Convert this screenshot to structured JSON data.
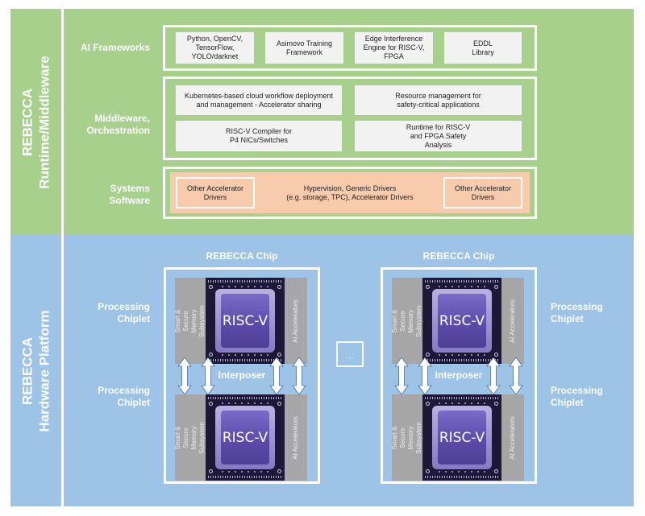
{
  "colors": {
    "runtime_band": "#a8d08d",
    "hardware_band": "#9dc3e6",
    "box_fill": "#f2f2f2",
    "systems_fill": "#f8cbad",
    "chiplet_panel": "#a6a6a6",
    "die_dark": "#1e1838",
    "core_purple": "#5a4aa7"
  },
  "runtime": {
    "side_title_line1": "REBECCA",
    "side_title_line2": "Runtime/Middleware",
    "ai_frameworks": {
      "label": "AI Frameworks",
      "items": [
        "Python, OpenCV, TensorFlow, YOLO/darknet",
        "Asimovo Training Framework",
        "Edge Interference Engine for RISC-V, FPGA",
        "EDDL Library"
      ]
    },
    "middleware": {
      "label_line1": "Middleware,",
      "label_line2": "Orchestration",
      "items": [
        "Kubernetes-based cloud workflow deployment and management - Accelerator sharing",
        "Resource management for safety-critical applications",
        "RISC-V Compiler for P4 NICs/Switches",
        "Runtime for RISC-V and FPGA Safety Analysis"
      ]
    },
    "systems_software": {
      "label_line1": "Systems",
      "label_line2": "Software",
      "left_box": "Other Accelerator Drivers",
      "center_line1": "Hypervision, Generic Drivers",
      "center_line2": "(e.g. storage, TPC), Accelerator Drivers",
      "right_box": "Other Accelerator Drivers"
    }
  },
  "hardware": {
    "side_title_line1": "REBECCA",
    "side_title_line2": "Hardware Platform",
    "processing_chiplet_line1": "Processing",
    "processing_chiplet_line2": "Chiplet",
    "ellipsis": "...",
    "chips": [
      {
        "title": "REBECCA Chip",
        "interposer": "Interposer",
        "chiplets": [
          {
            "core": "RISC-V",
            "memory": "Smart & Secure Memory Subsystem",
            "accelerators": "AI Accelerators"
          },
          {
            "core": "RISC-V",
            "memory": "Smart & Secure Memory Subsystem",
            "accelerators": "AI Accelerators"
          }
        ]
      },
      {
        "title": "REBECCA Chip",
        "interposer": "Interposer",
        "chiplets": [
          {
            "core": "RISC-V",
            "memory": "Smart & Secure Memory Subsystem",
            "accelerators": "AI Accelerators"
          },
          {
            "core": "RISC-V",
            "memory": "Smart & Secure Memory Subsystem",
            "accelerators": "AI Accelerators"
          }
        ]
      }
    ]
  }
}
